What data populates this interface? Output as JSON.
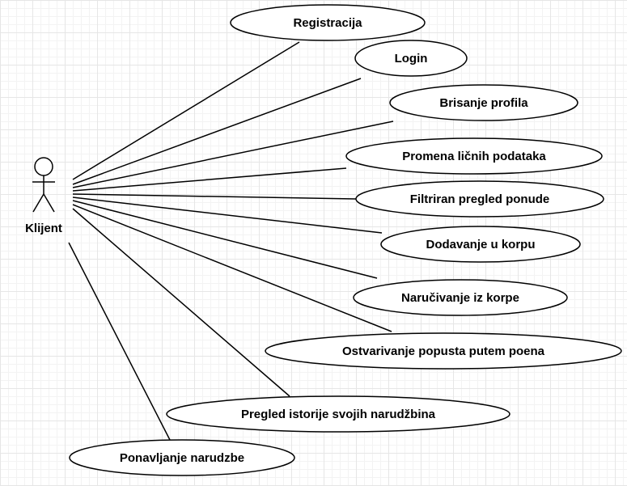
{
  "diagram": {
    "actor": {
      "label": "Klijent",
      "icon": "stick-figure-icon"
    },
    "use_cases": [
      {
        "label": "Registracija"
      },
      {
        "label": "Login"
      },
      {
        "label": "Brisanje profila"
      },
      {
        "label": "Promena ličnih podataka"
      },
      {
        "label": "Filtriran pregled ponude"
      },
      {
        "label": "Dodavanje u korpu"
      },
      {
        "label": "Naručivanje iz korpe"
      },
      {
        "label": "Ostvarivanje popusta putem poena"
      },
      {
        "label": "Pregled istorije svojih narudžbina"
      },
      {
        "label": "Ponavljanje narudzbe"
      }
    ],
    "colors": {
      "stroke": "#000000",
      "fill": "#ffffff",
      "grid": "#e6e6e6"
    }
  }
}
